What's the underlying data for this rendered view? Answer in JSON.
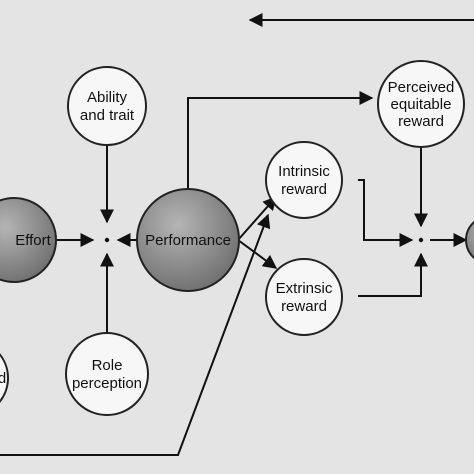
{
  "nodes": {
    "ability_trait": {
      "lines": [
        "Ability",
        "and trait"
      ]
    },
    "effort": {
      "lines": [
        "Effort"
      ]
    },
    "performance": {
      "lines": [
        "Performance"
      ]
    },
    "role_perception": {
      "lines": [
        "Role",
        "perception"
      ]
    },
    "intrinsic_reward": {
      "lines": [
        "Intrinsic",
        "reward"
      ]
    },
    "extrinsic_reward": {
      "lines": [
        "Extrinsic",
        "reward"
      ]
    },
    "perceived_equitable_reward": {
      "lines": [
        "Perceived",
        "equitable",
        "reward"
      ]
    },
    "left_partial": {
      "lines": [
        "d"
      ]
    }
  },
  "colors": {
    "background": "#e4e4e4",
    "light_node": "#f7f7f7",
    "dark_node": "#8a8a8a",
    "line": "#111111"
  }
}
